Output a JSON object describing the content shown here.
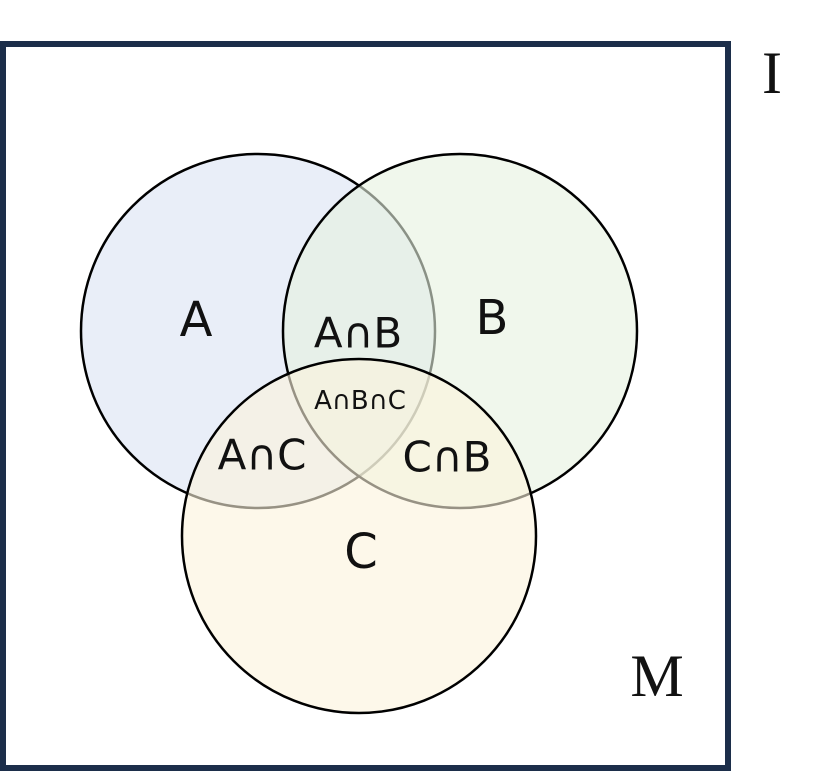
{
  "universe": {
    "label": "I",
    "frame_color": "#1c2e4a"
  },
  "inner_label": "M",
  "sets": {
    "a": {
      "label": "A",
      "fill": "#e3eaf6"
    },
    "b": {
      "label": "B",
      "fill": "#e6f1e0"
    },
    "c": {
      "label": "C",
      "fill": "#fcf3dc"
    }
  },
  "regions": {
    "ab": "A∩B",
    "ac": "A∩C",
    "cb": "C∩B",
    "abc": "A∩B∩C"
  },
  "outline_color": "#000000"
}
